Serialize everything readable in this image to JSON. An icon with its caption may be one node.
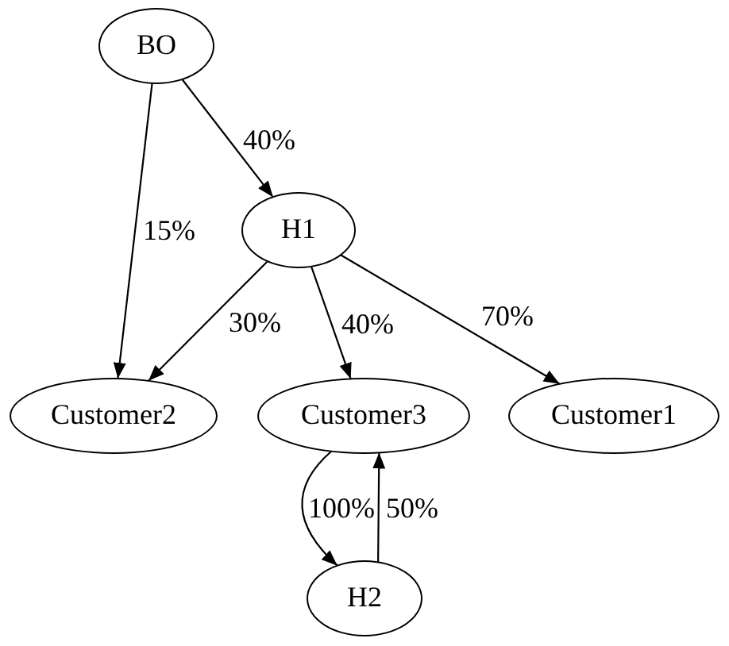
{
  "diagram": {
    "nodes": [
      {
        "text": [
          "BO"
        ]
      },
      {
        "text": [
          "H1"
        ]
      },
      {
        "text": [
          "Customer2"
        ]
      },
      {
        "text": [
          "Customer3"
        ]
      },
      {
        "text": [
          "Customer1"
        ]
      },
      {
        "text": [
          "H2"
        ]
      }
    ],
    "edges": [
      {
        "from": 0,
        "to": 1,
        "label": "40%",
        "arrow": "to"
      },
      {
        "from": 0,
        "to": 2,
        "label": "15%",
        "arrow": "to"
      },
      {
        "from": 1,
        "to": 2,
        "label": "30%",
        "arrow": "to"
      },
      {
        "from": 1,
        "to": 3,
        "label": "40%",
        "arrow": "to"
      },
      {
        "from": 1,
        "to": 4,
        "label": "70%",
        "arrow": "to"
      },
      {
        "from": 3,
        "to": 5,
        "label": "100%",
        "arrow": "to"
      },
      {
        "from": 5,
        "to": 3,
        "label": "50%",
        "arrow": "to"
      }
    ]
  }
}
